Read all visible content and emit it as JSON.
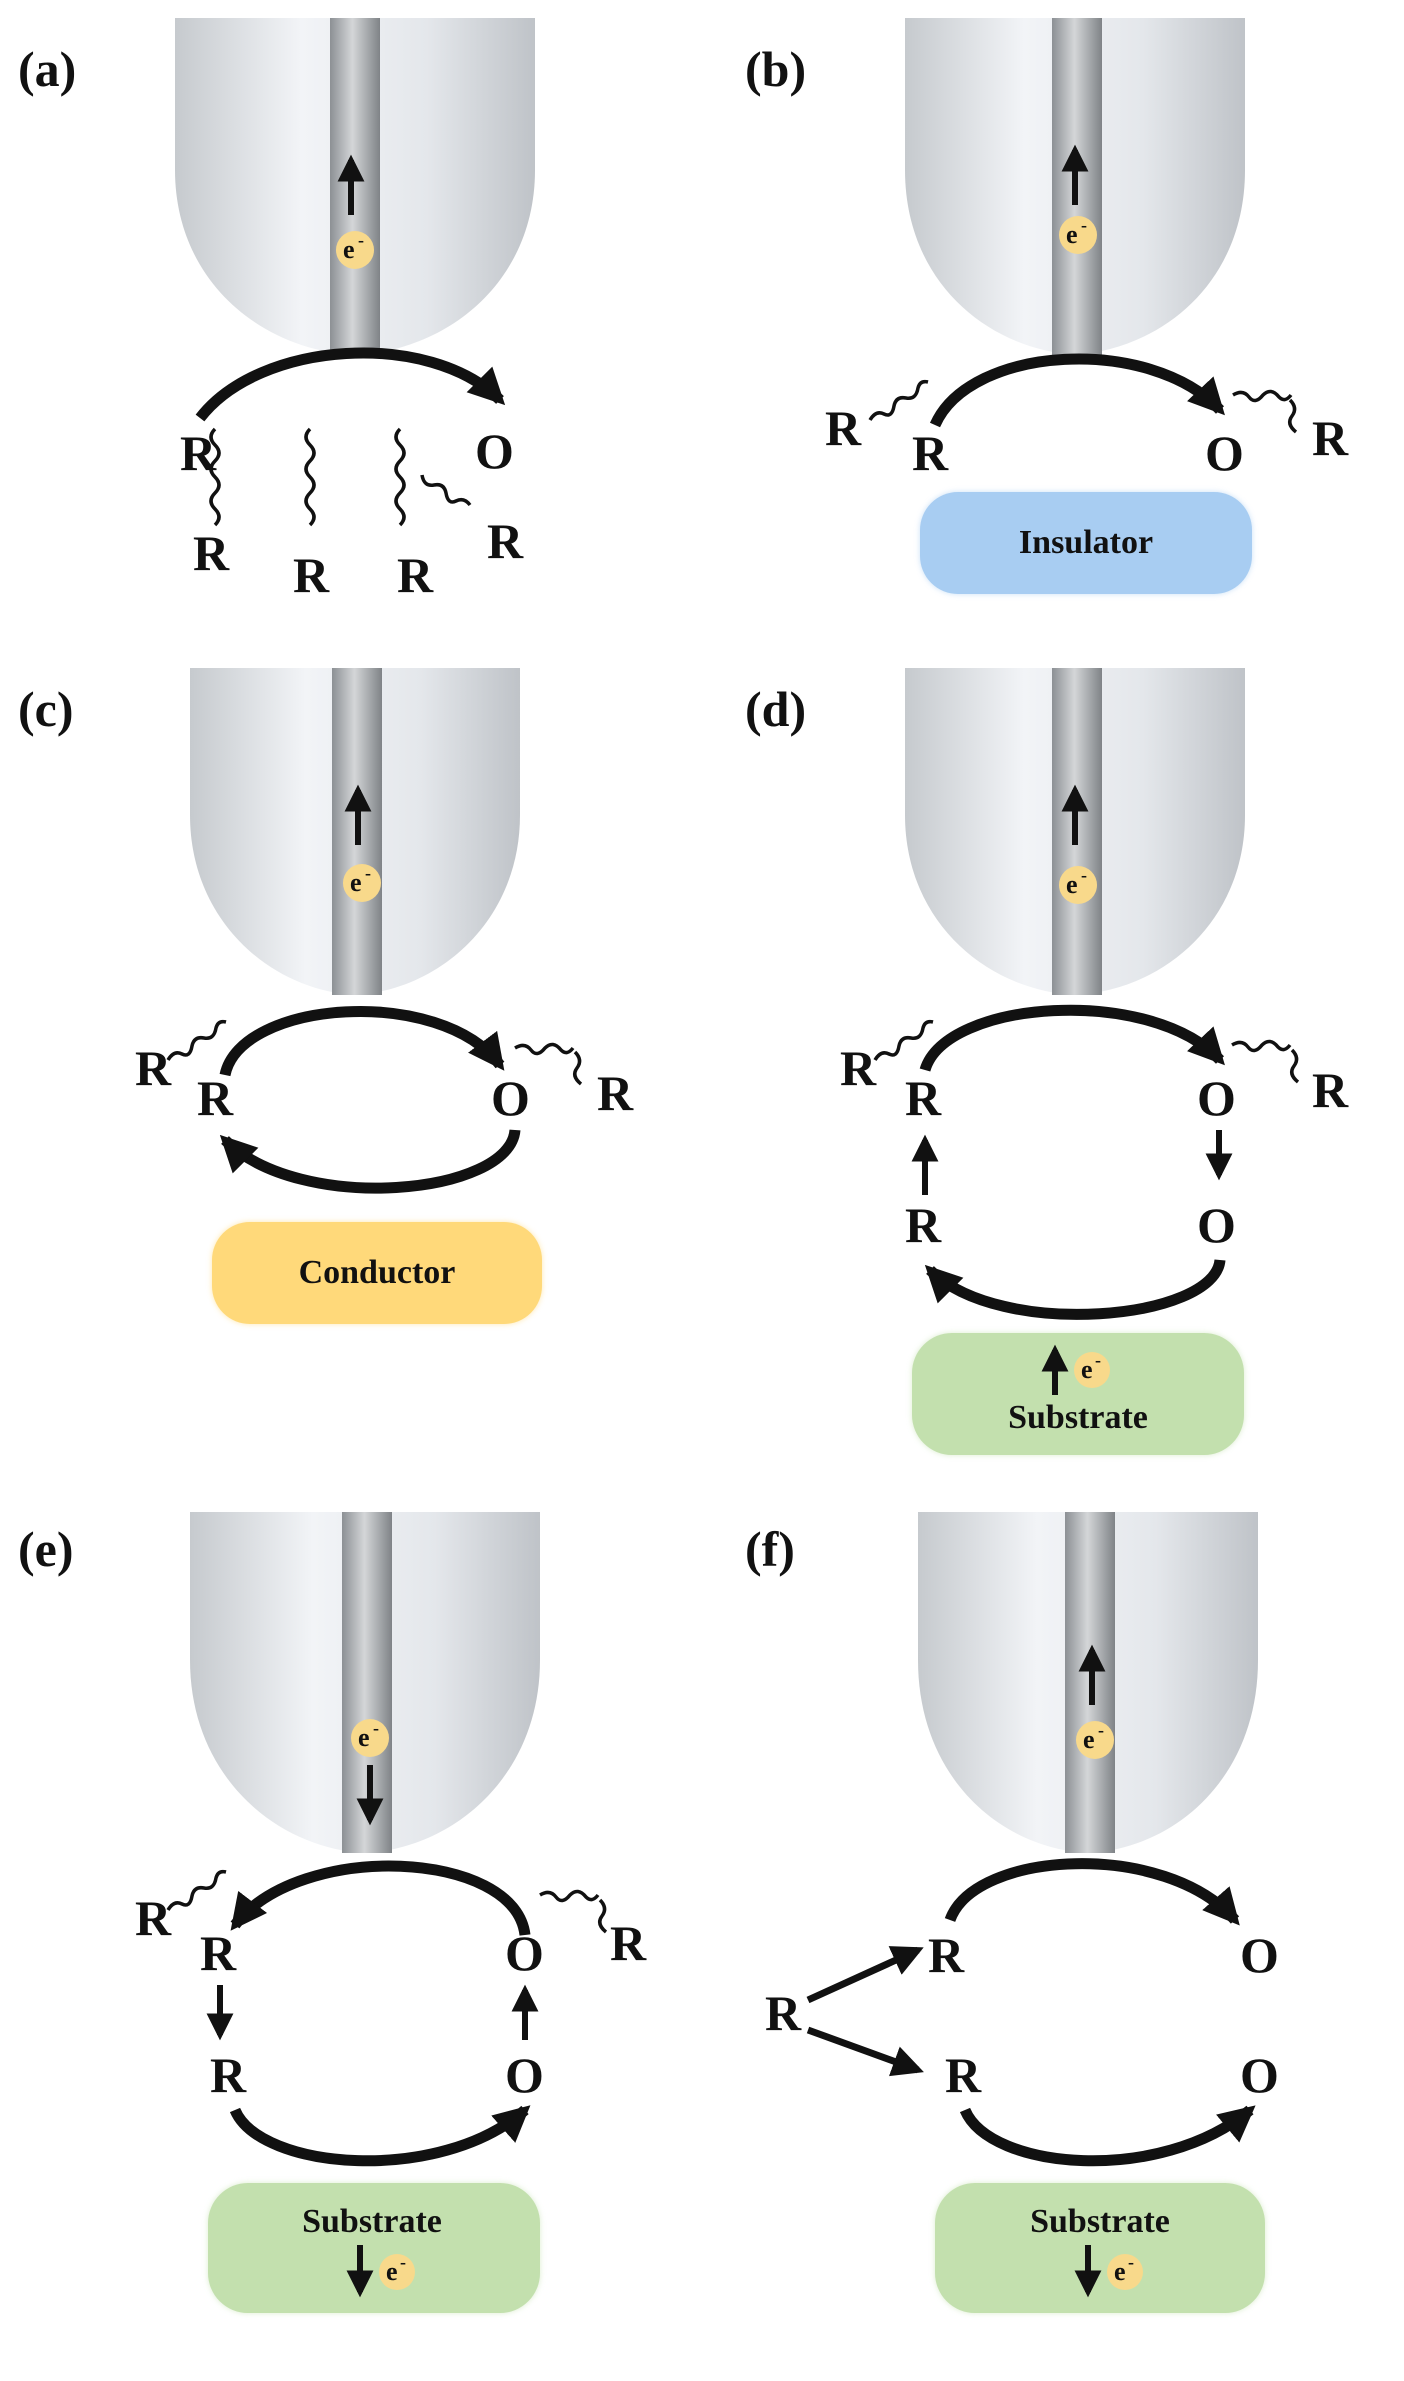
{
  "electron": {
    "base": "e",
    "charge": "-"
  },
  "species": {
    "reduced": "R",
    "oxidized": "O"
  },
  "colors": {
    "tip_light": "#f2f4f7",
    "tip_dark": "#c6cace",
    "wire_light": "#d4d6d8",
    "wire_dark": "#8c9094",
    "electron_fill": "#f8d98b",
    "insulator": "#a8cdf2",
    "conductor": "#ffd97a",
    "substrate": "#c3e0ae",
    "ink": "#111111"
  },
  "panels": [
    {
      "id": "a",
      "label": "(a)"
    },
    {
      "id": "b",
      "label": "(b)",
      "surface": "Insulator"
    },
    {
      "id": "c",
      "label": "(c)",
      "surface": "Conductor"
    },
    {
      "id": "d",
      "label": "(d)",
      "surface": "Substrate"
    },
    {
      "id": "e",
      "label": "(e)",
      "surface": "Substrate"
    },
    {
      "id": "f",
      "label": "(f)",
      "surface": "Substrate"
    }
  ]
}
